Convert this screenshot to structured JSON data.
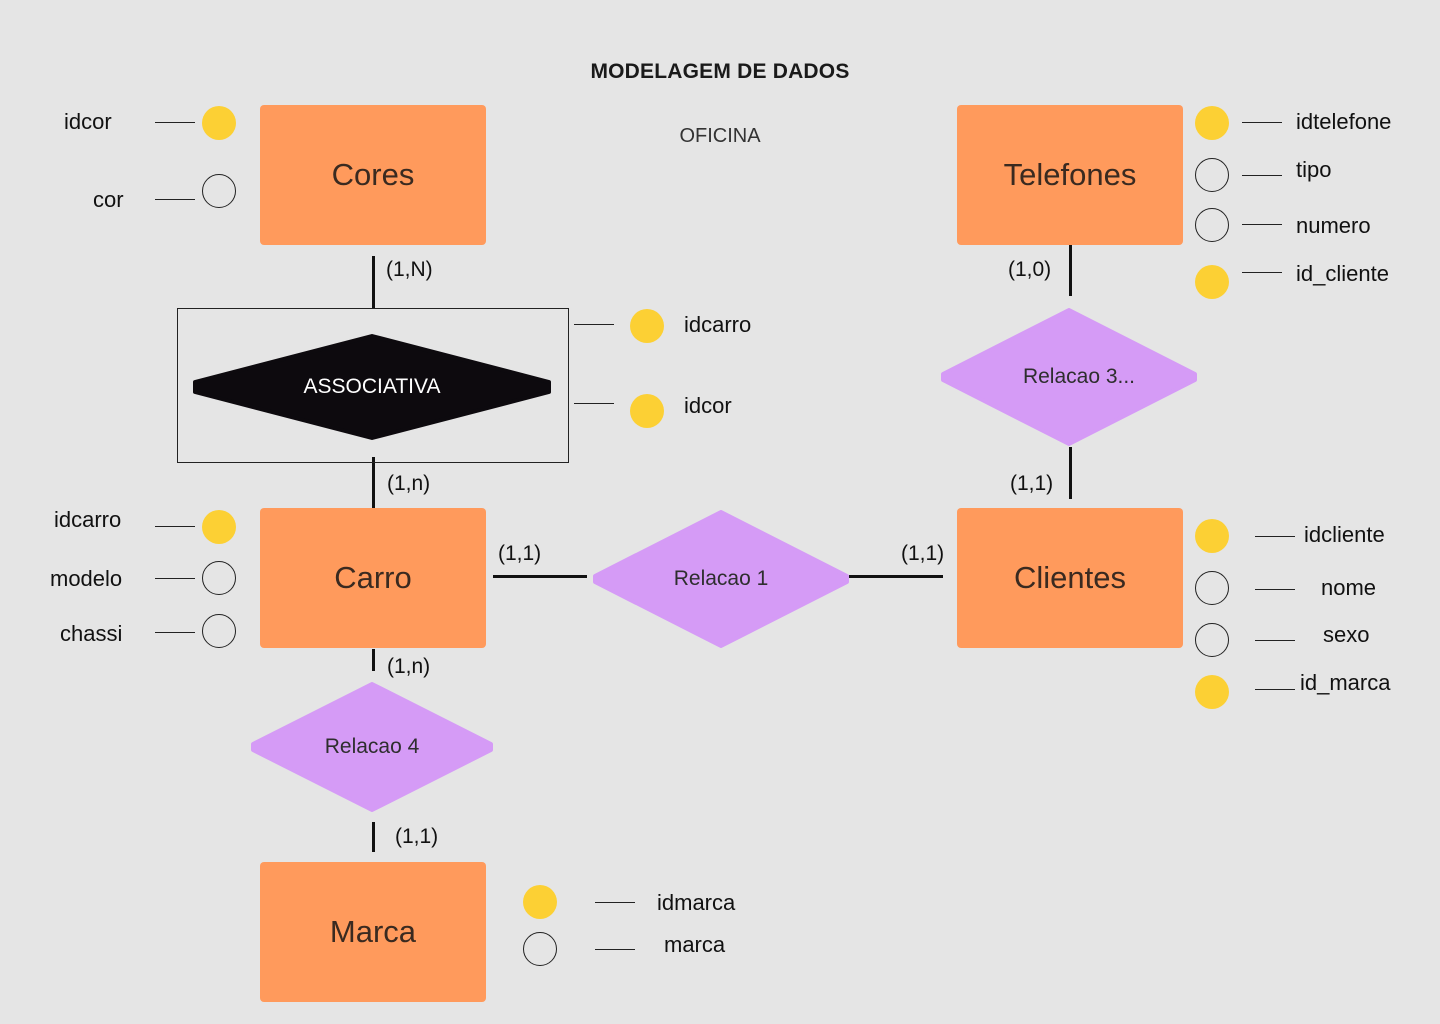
{
  "title": "MODELAGEM DE DADOS",
  "subtitle": "OFICINA",
  "entities": {
    "cores": "Cores",
    "telefones": "Telefones",
    "carro": "Carro",
    "clientes": "Clientes",
    "marca": "Marca"
  },
  "relationships": {
    "associativa": "ASSOCIATIVA",
    "relacao1": "Relacao 1",
    "relacao3": "Relacao 3...",
    "relacao4": "Relacao 4"
  },
  "cardinalities": {
    "cores_assoc": "(1,N)",
    "assoc_carro": "(1,n)",
    "telefones_rel3": "(1,0)",
    "rel3_clientes": "(1,1)",
    "carro_rel1": "(1,1)",
    "rel1_clientes": "(1,1)",
    "carro_rel4": "(1,n)",
    "rel4_marca": "(1,1)"
  },
  "attributes": {
    "cores": [
      {
        "label": "idcor",
        "key": true
      },
      {
        "label": "cor",
        "key": false
      }
    ],
    "associativa": [
      {
        "label": "idcarro",
        "key": true
      },
      {
        "label": "idcor",
        "key": true
      }
    ],
    "telefones": [
      {
        "label": "idtelefone",
        "key": true
      },
      {
        "label": "tipo",
        "key": false
      },
      {
        "label": "numero",
        "key": false
      },
      {
        "label": "id_cliente",
        "key": true
      }
    ],
    "carro": [
      {
        "label": "idcarro",
        "key": true
      },
      {
        "label": "modelo",
        "key": false
      },
      {
        "label": "chassi",
        "key": false
      }
    ],
    "clientes": [
      {
        "label": "idcliente",
        "key": true
      },
      {
        "label": "nome",
        "key": false
      },
      {
        "label": "sexo",
        "key": false
      },
      {
        "label": "id_marca",
        "key": true
      }
    ],
    "marca": [
      {
        "label": "idmarca",
        "key": true
      },
      {
        "label": "marca",
        "key": false
      }
    ]
  },
  "colors": {
    "background": "#e5e5e5",
    "entity": "#ff9a5c",
    "relationship": "#d59bf6",
    "associative": "#0d0a0e",
    "primary_key": "#fcd034"
  }
}
